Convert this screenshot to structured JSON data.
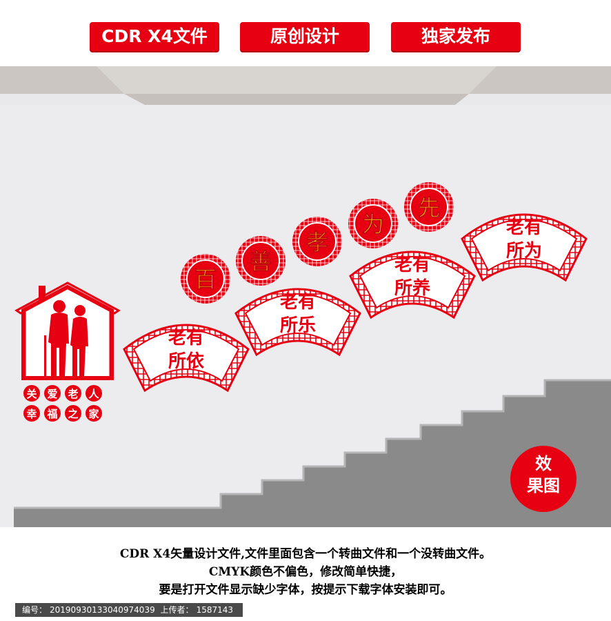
{
  "badges": [
    "CDR X4文件",
    "原创设计",
    "独家发布"
  ],
  "circles": [
    "百",
    "善",
    "孝",
    "为",
    "先"
  ],
  "fans": [
    {
      "line1": "老有",
      "line2": "所依"
    },
    {
      "line1": "老有",
      "line2": "所乐"
    },
    {
      "line1": "老有",
      "line2": "所养"
    },
    {
      "line1": "老有",
      "line2": "所为"
    }
  ],
  "house_labels": [
    "关",
    "爱",
    "老",
    "人",
    "幸",
    "福",
    "之",
    "家"
  ],
  "effect_badge": {
    "line1": "效",
    "line2": "果图"
  },
  "caption": [
    "CDR X4矢量设计文件,文件里面包含一个转曲文件和一个没转曲文件。",
    "CMYK颜色不偏色，修改简单快捷，",
    "要是打开文件显示缺少字体，按提示下载字体安装即可。"
  ],
  "footer": {
    "id_label": "编号：",
    "id_value": "20190930133040974039",
    "uploader_label": "上传者：",
    "uploader_value": "1587143"
  },
  "colors": {
    "accent": "#e60012",
    "gold": "#ffe600",
    "wall": "#e9e9eb",
    "stair": "#8c8c8c"
  }
}
